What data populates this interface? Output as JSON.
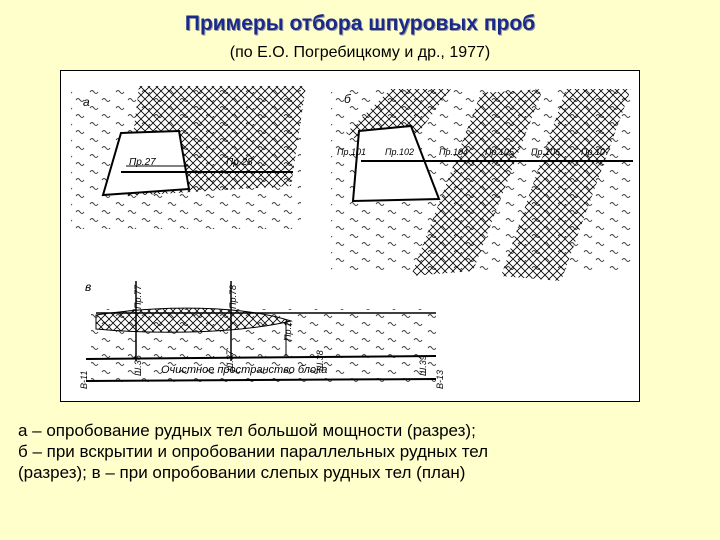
{
  "title": "Примеры отбора шпуровых проб",
  "subtitle": "(по Е.О. Погребицкому и др., 1977)",
  "figure": {
    "panel_a": {
      "letter": "а",
      "pr1": "Пр.27",
      "pr2": "Пр.28"
    },
    "panel_b": {
      "letter": "б",
      "pr1": "Пр.101",
      "pr2": "Пр.102",
      "pr3": "Пр.104",
      "pr4": "Пр.105",
      "pr5": "Пр.106",
      "pr6": "Пр.107"
    },
    "panel_v": {
      "letter": "в",
      "pr77": "Пр.77",
      "pr78": "Пр.78",
      "pr1": "Пр.1",
      "sh36": "Ш.36",
      "sh37": "Ш.37",
      "sh38": "Ш.38",
      "sh39": "Ш.39",
      "v11": "В-11",
      "v13": "В-13",
      "block_label": "Очистное пространство блока"
    }
  },
  "caption": {
    "line1": "а – опробование рудных тел большой мощности (разрез);",
    "line2": "б – при вскрытии и опробовании параллельных рудных тел",
    "line3": "(разрез); в – при опробовании слепых рудных тел (план)"
  }
}
